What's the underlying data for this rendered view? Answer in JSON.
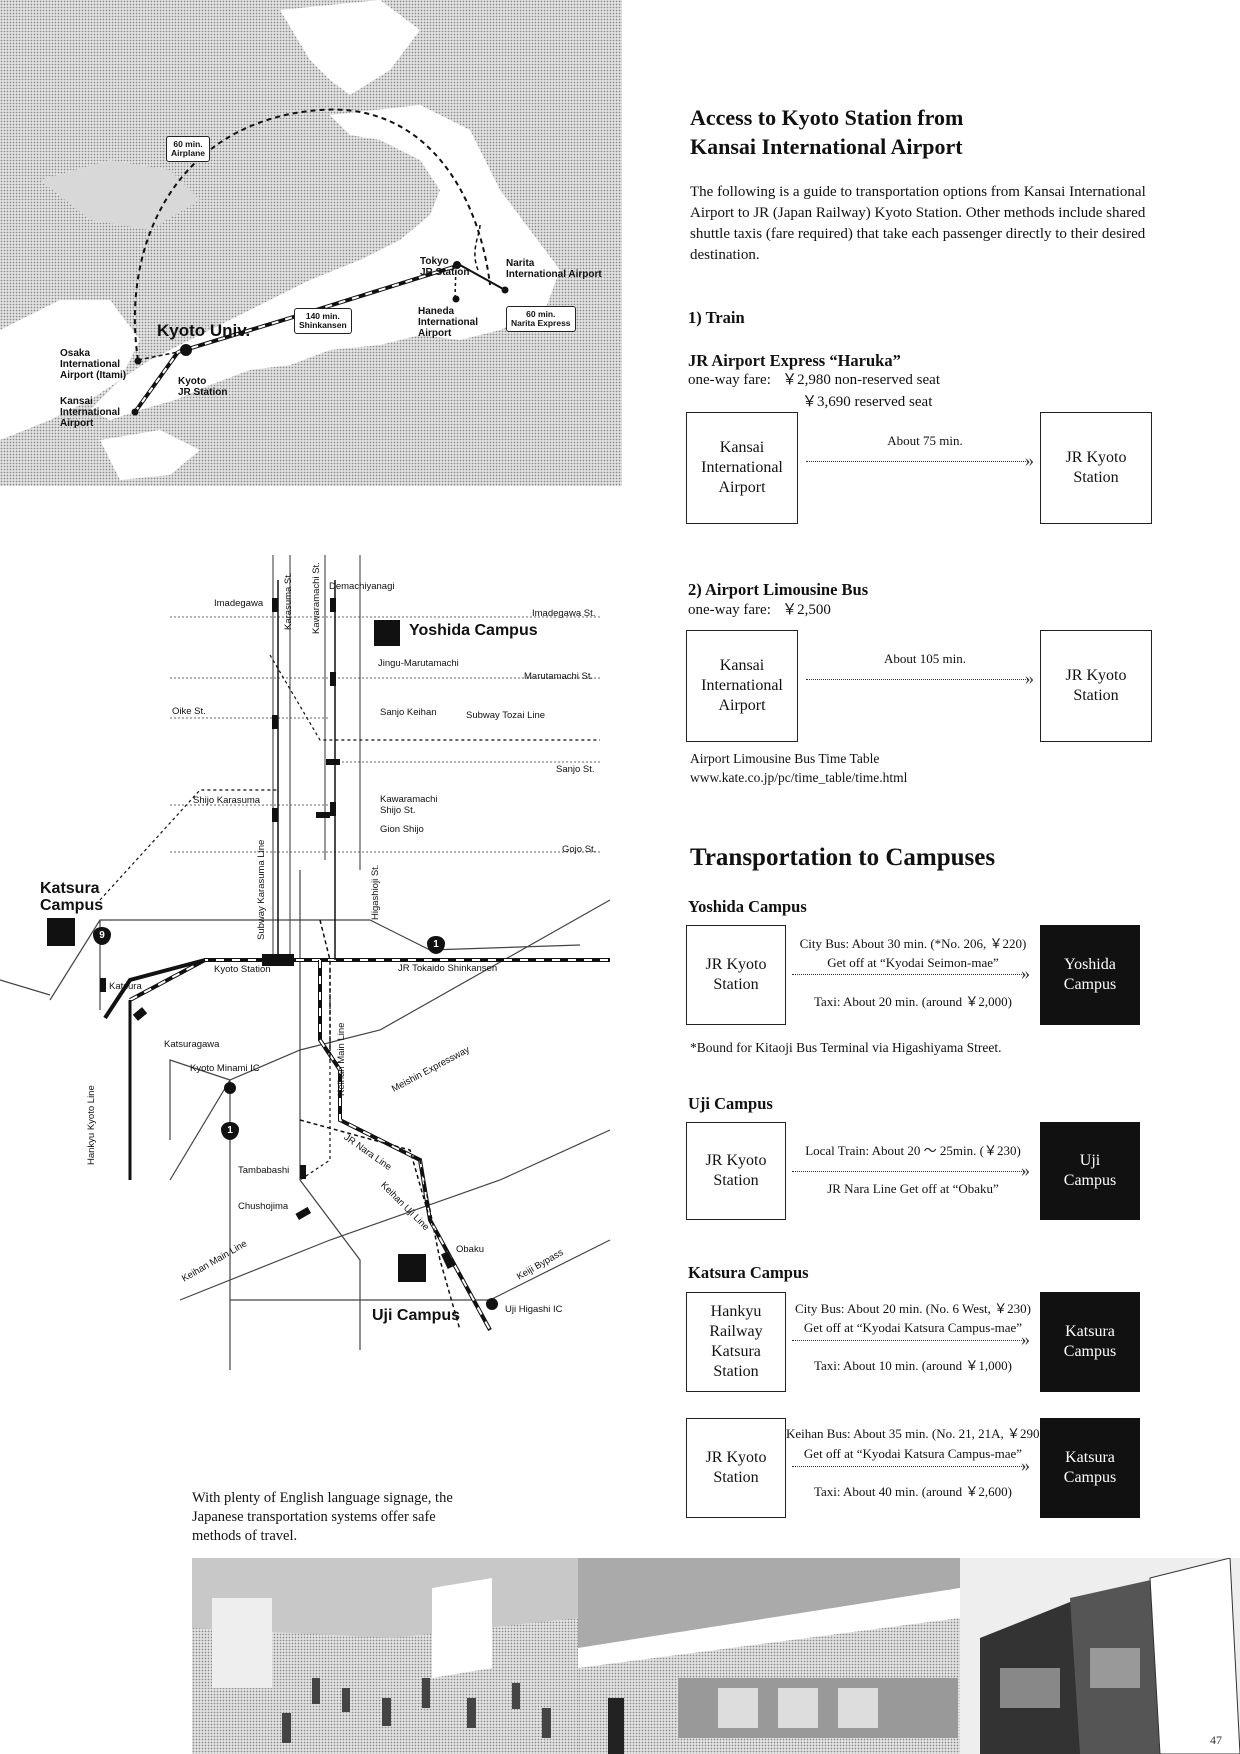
{
  "japan_map": {
    "kyoto_univ": "Kyoto Univ.",
    "osaka_itami": "Osaka\nInternational\nAirport (Itami)",
    "kansai_airport": "Kansai\nInternational\nAirport",
    "kyoto_jr": "Kyoto\nJR Station",
    "tokyo_jr": "Tokyo\nJR Station",
    "haneda": "Haneda\nInternational\nAirport",
    "narita": "Narita\nInternational Airport",
    "box_airplane": "60 min.\nAirplane",
    "box_shinkansen": "140 min.\nShinkansen",
    "box_narita_express": "60 min.\nNarita Express"
  },
  "city_map": {
    "yoshida_campus": "Yoshida Campus",
    "katsura_campus": "Katsura\nCampus",
    "uji_campus": "Uji Campus",
    "imadegawa": "Imadegawa",
    "imadegawa_st": "Imadegawa St.",
    "demachiyanagi": "Demachiyanagi",
    "jingu_marutamachi": "Jingu-Marutamachi",
    "marutamachi_st": "Marutamachi St.",
    "oike_st": "Oike St.",
    "sanjo_keihan": "Sanjo Keihan",
    "subway_tozai": "Subway Tozai Line",
    "sanjo_st": "Sanjo St.",
    "shijo_karasuma": "Shijo Karasuma",
    "kawaramachi": "Kawaramachi",
    "shijo_st": "Shijo St.",
    "gion_shijo": "Gion Shijo",
    "gojo_st": "Gojo St.",
    "karasuma_st": "Karasuma St.",
    "kawaramachi_st": "Kawaramachi St.",
    "higashioji_st": "Higashioji St.",
    "subway_karasuma": "Subway Karasuma Line",
    "kyoto_station": "Kyoto Station",
    "jr_tokaido": "JR Tokaido Shinkansen",
    "katsura": "Katsura",
    "katsuragawa": "Katsuragawa",
    "keihan_main_line_v": "Keihan Main Line",
    "meishin": "Meishin Expressway",
    "kyoto_minami_ic": "Kyoto Minami IC",
    "hankyu_kyoto": "Hankyu Kyoto Line",
    "tambabashi": "Tambabashi",
    "jr_nara": "JR Nara Line",
    "chushojima": "Chushojima",
    "keihan_uji": "Keihan Uji Line",
    "obaku": "Obaku",
    "keihan_main_line_d": "Keihan Main Line",
    "keiji_bypass": "Keiji Bypass",
    "uji_higashi_ic": "Uji Higashi IC",
    "route_9": "9",
    "route_1a": "1",
    "route_1b": "1"
  },
  "caption": "With plenty of English language signage, the Japanese transportation systems offer safe methods of travel.",
  "access": {
    "title_line1": "Access to Kyoto Station from",
    "title_line2": "Kansai International Airport",
    "intro": "The following is a guide to transportation options from Kansai International Airport to JR (Japan Railway) Kyoto Station. Other methods include shared shuttle taxis (fare required) that take each passenger directly to their desired destination.",
    "train_heading": "1) Train",
    "haruka_name": "JR Airport Express “Haruka”",
    "haruka_fare1": "one-way fare:   ￥2,980 non-reserved seat",
    "haruka_fare2": "￥3,690 reserved seat",
    "from_box": "Kansai\nInternational\nAirport",
    "to_box": "JR Kyoto\nStation",
    "train_time": "About 75 min.",
    "bus_heading": "2) Airport Limousine Bus",
    "bus_fare": "one-way fare:   ￥2,500",
    "bus_time": "About 105 min.",
    "timetable_label": "Airport Limousine Bus Time Table",
    "timetable_url": "www.kate.co.jp/pc/time_table/time.html"
  },
  "campuses": {
    "title": "Transportation to Campuses",
    "yoshida_heading": "Yoshida Campus",
    "yoshida_from": "JR Kyoto\nStation",
    "yoshida_to": "Yoshida\nCampus",
    "yoshida_bus": "City Bus: About 30 min. (*No. 206, ￥220)",
    "yoshida_getoff": "Get off at “Kyodai Seimon-mae”",
    "yoshida_taxi": "Taxi: About 20 min. (around ￥2,000)",
    "yoshida_note": "*Bound for Kitaoji Bus Terminal via Higashiyama Street.",
    "uji_heading": "Uji Campus",
    "uji_from": "JR Kyoto\nStation",
    "uji_to": "Uji\nCampus",
    "uji_train": "Local Train: About 20 ～ 25min. (￥230)",
    "uji_getoff": "JR Nara Line Get off at “Obaku”",
    "katsura_heading": "Katsura Campus",
    "k1_from": "Hankyu\nRailway\nKatsura\nStation",
    "k1_to": "Katsura\nCampus",
    "k1_bus": "City Bus: About 20 min. (No. 6 West, ￥230)",
    "k1_getoff": "Get off at “Kyodai Katsura Campus-mae”",
    "k1_taxi": "Taxi: About 10 min. (around ￥1,000)",
    "k2_from": "JR Kyoto\nStation",
    "k2_to": "Katsura\nCampus",
    "k2_bus": "Keihan Bus: About 35 min. (No. 21, 21A, ￥290)",
    "k2_getoff": "Get off at “Kyodai Katsura Campus-mae”",
    "k2_taxi": "Taxi: About 40 min. (around ￥2,600)"
  },
  "page_number": "47"
}
